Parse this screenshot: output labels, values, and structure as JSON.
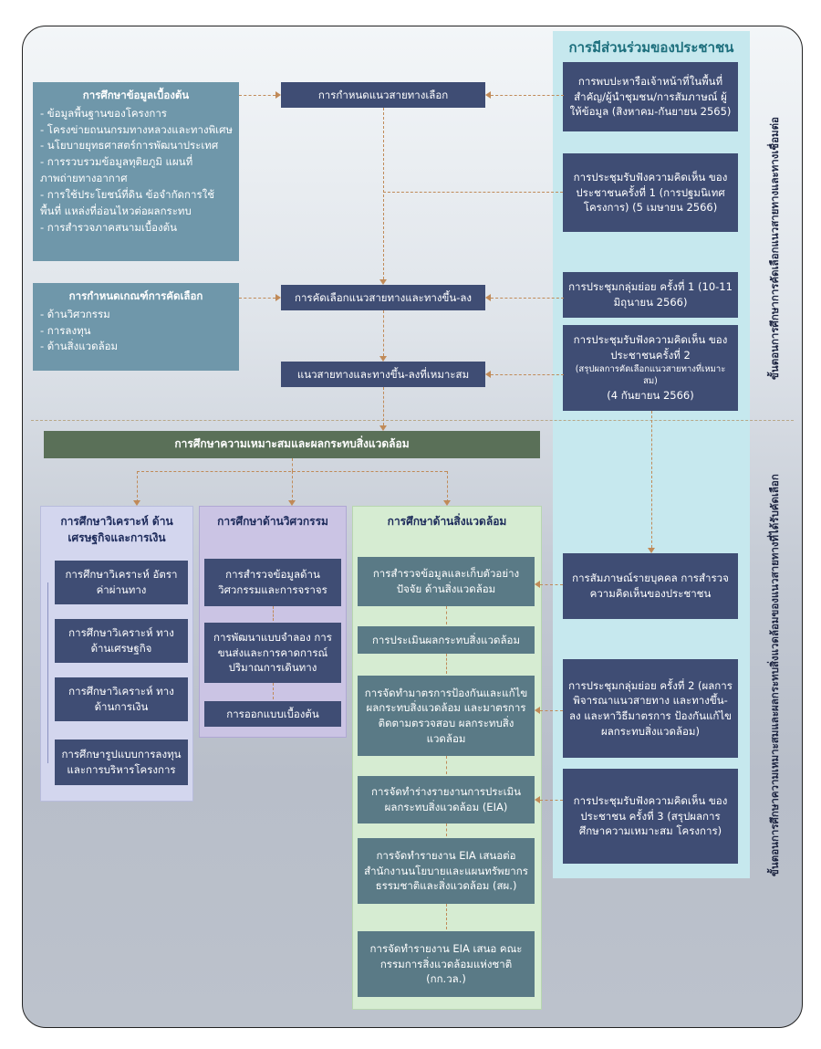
{
  "public_participation": {
    "title": "การมีส่วนร่วมของประชาชน",
    "items": [
      "การพบปะหารือเจ้าหน้าที่ในพื้นที่ สำคัญ/ผู้นำชุมชน/การสัมภาษณ์ ผู้ให้ข้อมูล (สิงหาคม-กันยายน 2565)",
      "การประชุมรับฟังความคิดเห็น ของประชาชนครั้งที่ 1 (การปฐมนิเทศโครงการ) (5 เมษายน 2566)",
      "การประชุมกลุ่มย่อย ครั้งที่ 1 (10-11 มิถุนายน 2566)",
      "การประชุมรับฟังความคิดเห็น ของประชาชนครั้งที่ 2",
      "(สรุปผลการคัดเลือกแนวสายทางที่เหมาะสม)",
      "(4 กันยายน 2566)",
      "การสัมภาษณ์รายบุคคล การสำรวจความคิดเห็นของประชาชน",
      "การประชุมกลุ่มย่อย ครั้งที่ 2 (ผลการพิจารณาแนวสายทาง และทางขึ้น-ลง และหาวิธีมาตรการ ป้องกันแก้ไขผลกระทบสิ่งแวดล้อม)",
      "การประชุมรับฟังความคิดเห็น ของประชาชน ครั้งที่ 3 (สรุปผลการศึกษาความเหมาะสม โครงการ)"
    ]
  },
  "baseline_study": {
    "title": "การศึกษาข้อมูลเบื้องต้น",
    "items": [
      "- ข้อมูลพื้นฐานของโครงการ",
      "- โครงข่ายถนนกรมทางหลวงและทางพิเศษ",
      "- นโยบายยุทธศาสตร์การพัฒนาประเทศ",
      "- การรวบรวมข้อมูลทุติยภูมิ แผนที่ ภาพถ่ายทางอากาศ",
      "- การใช้ประโยชน์ที่ดิน ข้อจำกัดการใช้ พื้นที่ แหล่งที่อ่อนไหวต่อผลกระทบ",
      "- การสำรวจภาคสนามเบื้องต้น"
    ]
  },
  "criteria": {
    "title": "การกำหนดเกณฑ์การคัดเลือก",
    "items": [
      "- ด้านวิศวกรรม",
      "- การลงทุน",
      "- ด้านสิ่งแวดล้อม"
    ]
  },
  "flow": {
    "define_routes": "การกำหนดแนวสายทางเลือก",
    "select_routes": "การคัดเลือกแนวสายทางและทางขึ้น-ลง",
    "suitable_routes": "แนวสายทางและทางขึ้น-ลงที่เหมาะสม",
    "feasibility": "การศึกษาความเหมาะสมและผลกระทบสิ่งแวดล้อม"
  },
  "economic": {
    "title": "การศึกษาวิเคราะห์ ด้านเศรษฐกิจและการเงิน",
    "items": [
      "การศึกษาวิเคราะห์ อัตราค่าผ่านทาง",
      "การศึกษาวิเคราะห์ ทางด้านเศรษฐกิจ",
      "การศึกษาวิเคราะห์ ทางด้านการเงิน",
      "การศึกษารูปแบบการลงทุน และการบริหารโครงการ"
    ]
  },
  "engineering": {
    "title": "การศึกษาด้านวิศวกรรม",
    "items": [
      "การสำรวจข้อมูลด้าน วิศวกรรมและการจราจร",
      "การพัฒนาแบบจำลอง การขนส่งและการคาดการณ์ ปริมาณการเดินทาง",
      "การออกแบบเบื้องต้น"
    ]
  },
  "environment": {
    "title": "การศึกษาด้านสิ่งแวดล้อม",
    "items": [
      "การสำรวจข้อมูลและเก็บตัวอย่างปัจจัย ด้านสิ่งแวดล้อม",
      "การประเมินผลกระทบสิ่งแวดล้อม",
      "การจัดทำมาตรการป้องกันและแก้ไข ผลกระทบสิ่งแวดล้อม และมาตรการติดตามตรวจสอบ ผลกระทบสิ่งแวดล้อม",
      "การจัดทำร่างรายงานการประเมิน ผลกระทบสิ่งแวดล้อม (EIA)",
      "การจัดทำรายงาน EIA เสนอต่อ สำนักงานนโยบายและแผนทรัพยากร ธรรมชาติและสิ่งแวดล้อม (สผ.)",
      "การจัดทำรายงาน EIA เสนอ คณะกรรมการสิ่งแวดล้อมแห่งชาติ (กก.วล.)"
    ]
  },
  "side_labels": {
    "top": "ขั้นตอนการศึกษาการคัดเลือกแนวสายทางและทางเชื่อมต่อ",
    "bottom": "ขั้นตอนการศึกษาความเหมาะสมและผลกระทบสิ่งแวดล้อมของแนวสายทางที่ได้รับคัดเลือก"
  }
}
